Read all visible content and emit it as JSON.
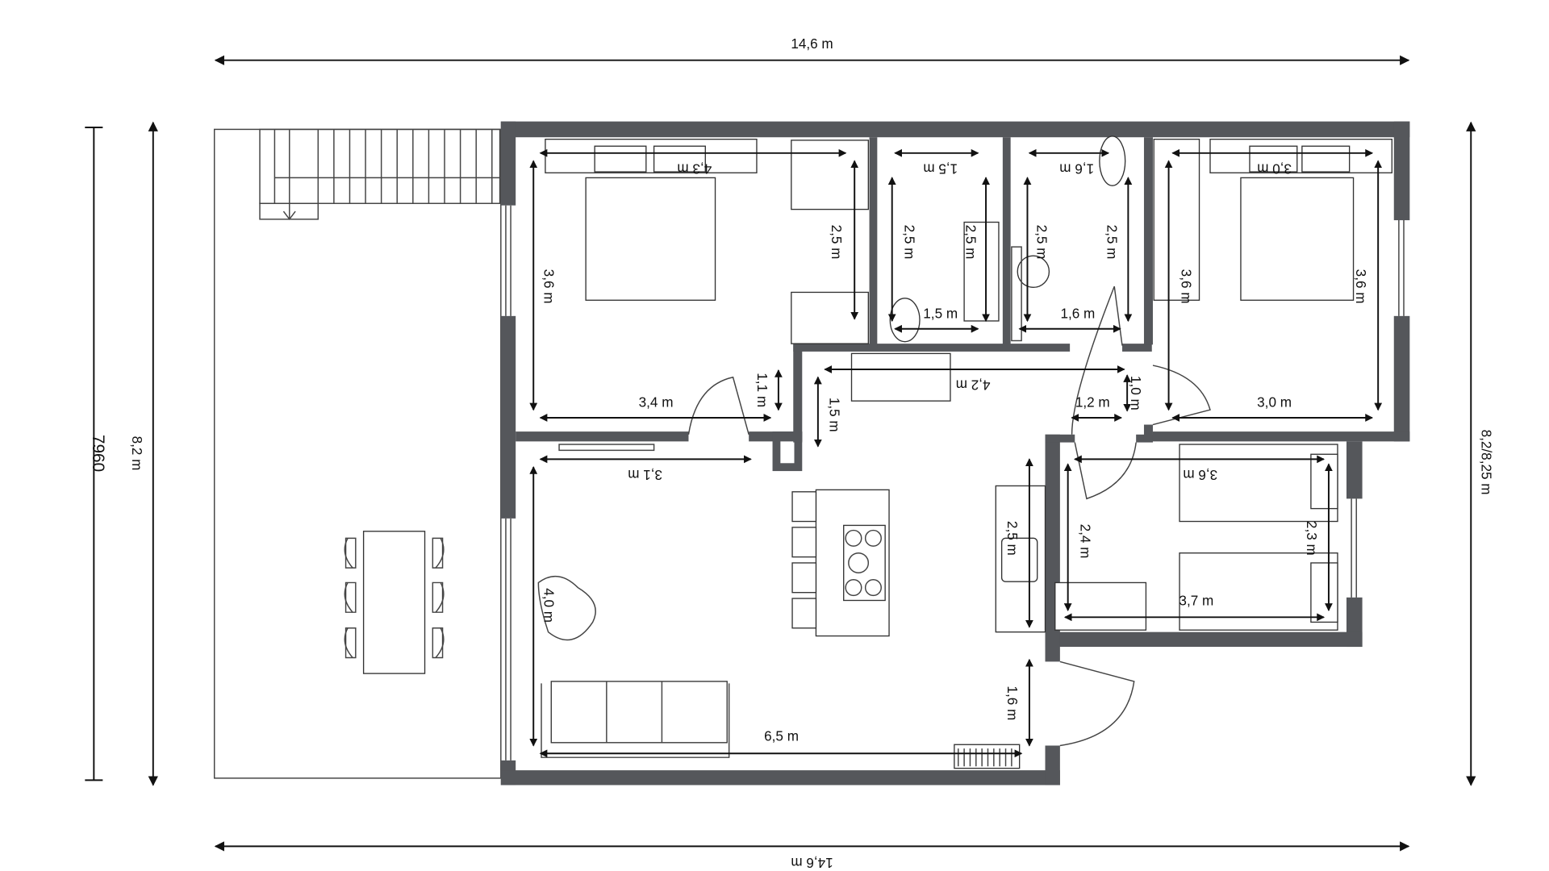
{
  "plan": {
    "overall_width_top": "14,6 m",
    "overall_width_bottom": "14,6 m",
    "overall_height_left_code": "7960",
    "overall_height_left": "8,2 m",
    "overall_height_right": "8,2/8,25 m",
    "wall_color": "#55575b"
  },
  "rooms": {
    "bedroom1": {
      "width_top": "4,3 m",
      "height": "3,6 m",
      "wardrobe_height": "2,5 m",
      "width_bottom": "3,4 m",
      "door_gap": "1,1 m"
    },
    "bathroom1": {
      "width_top": "1,5 m",
      "height_left": "2,5 m",
      "height_right": "2,5 m",
      "width_bottom": "1,5 m"
    },
    "bathroom2": {
      "width_top": "1,6 m",
      "height_left": "2,5 m",
      "height_right": "2,5 m",
      "width_bottom": "1,6 m"
    },
    "bedroom2": {
      "width_top": "3,0 m",
      "height_left": "3,6 m",
      "height_right": "3,6 m",
      "width_bottom": "3,0 m"
    },
    "hallway": {
      "length": "4,2 m",
      "depth": "1,5 m",
      "gap_height": "1,0 m",
      "gap_width": "1,2 m"
    },
    "living": {
      "width_top": "3,1 m",
      "height": "4,0 m",
      "counter": "2,5 m",
      "width_bottom": "6,5 m",
      "entry": "1,6 m"
    },
    "bedroom3": {
      "width_top": "3,6 m",
      "height_left": "2,4 m",
      "height_right": "2,3 m",
      "width_bottom": "3,7 m"
    }
  }
}
